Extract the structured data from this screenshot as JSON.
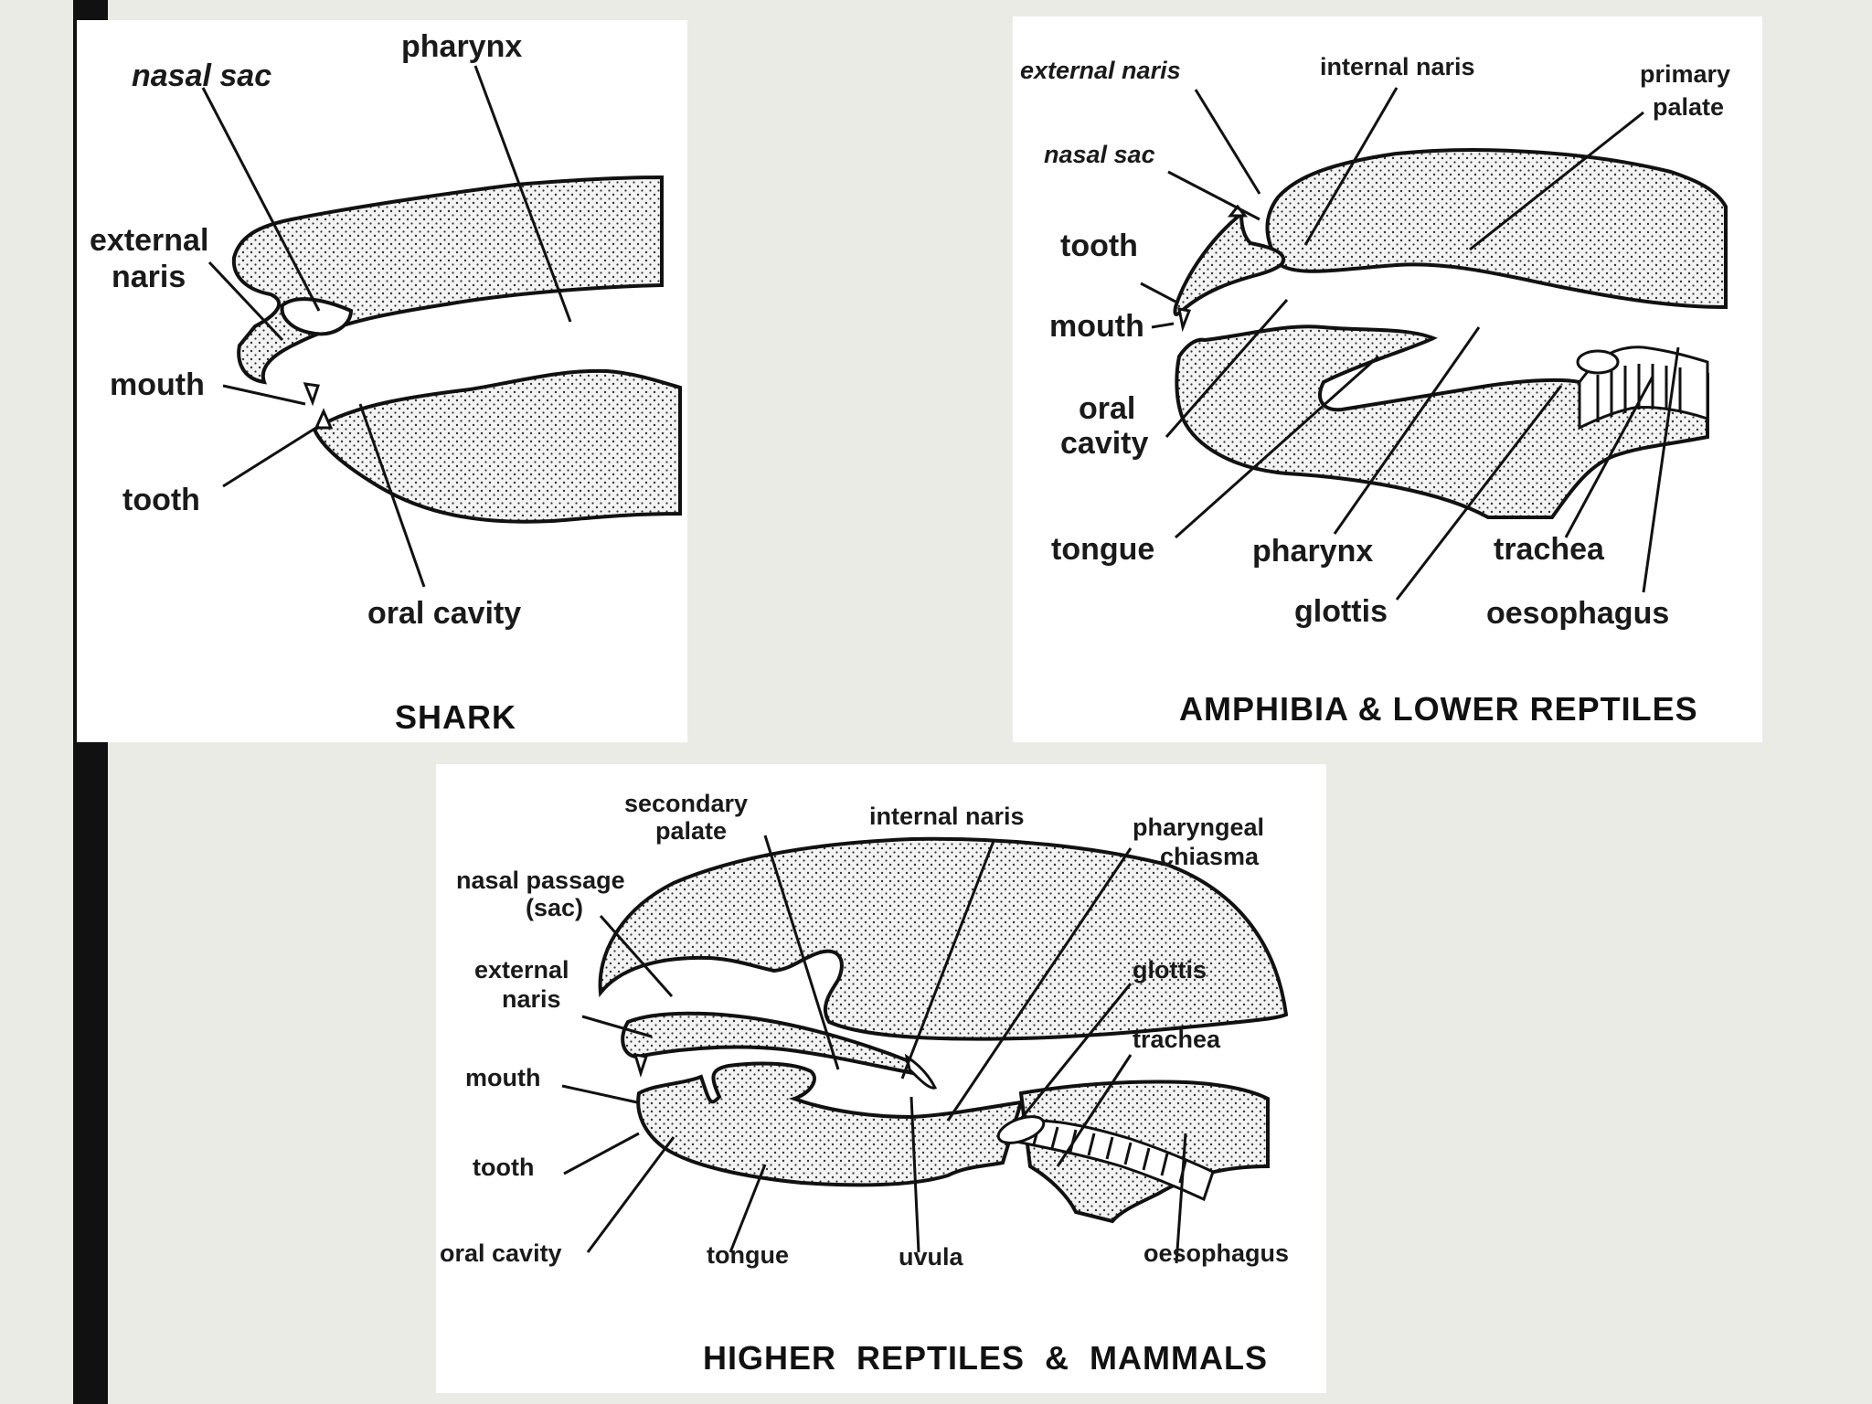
{
  "panels": {
    "shark": {
      "title": "SHARK",
      "labels": {
        "nasal_sac": "nasal sac",
        "pharynx": "pharynx",
        "external_naris_1": "external",
        "external_naris_2": "naris",
        "mouth": "mouth",
        "tooth": "tooth",
        "oral_cavity": "oral cavity"
      }
    },
    "amphibia": {
      "title": "AMPHIBIA & LOWER REPTILES",
      "labels": {
        "external_naris": "external naris",
        "internal_naris": "internal naris",
        "primary_palate_1": "primary",
        "primary_palate_2": "palate",
        "nasal_sac": "nasal sac",
        "tooth": "tooth",
        "mouth": "mouth",
        "oral_cavity_1": "oral",
        "oral_cavity_2": "cavity",
        "tongue": "tongue",
        "pharynx": "pharynx",
        "trachea": "trachea",
        "glottis": "glottis",
        "oesophagus": "oesophagus"
      }
    },
    "higher": {
      "title": "HIGHER  REPTILES  &  MAMMALS",
      "labels": {
        "secondary_palate_1": "secondary",
        "secondary_palate_2": "palate",
        "internal_naris": "internal naris",
        "pharyngeal_chiasma_1": "pharyngeal",
        "pharyngeal_chiasma_2": "chiasma",
        "nasal_passage_1": "nasal passage",
        "nasal_passage_2": "(sac)",
        "external_naris_1": "external",
        "external_naris_2": "naris",
        "glottis": "glottis",
        "trachea": "trachea",
        "mouth": "mouth",
        "tooth": "tooth",
        "oral_cavity": "oral cavity",
        "tongue": "tongue",
        "uvula": "uvula",
        "oesophagus": "oesophagus"
      }
    }
  },
  "colors": {
    "background": "#ebebe6",
    "accent_bar": "#111111",
    "panel": "#ffffff",
    "ink": "#111111"
  }
}
